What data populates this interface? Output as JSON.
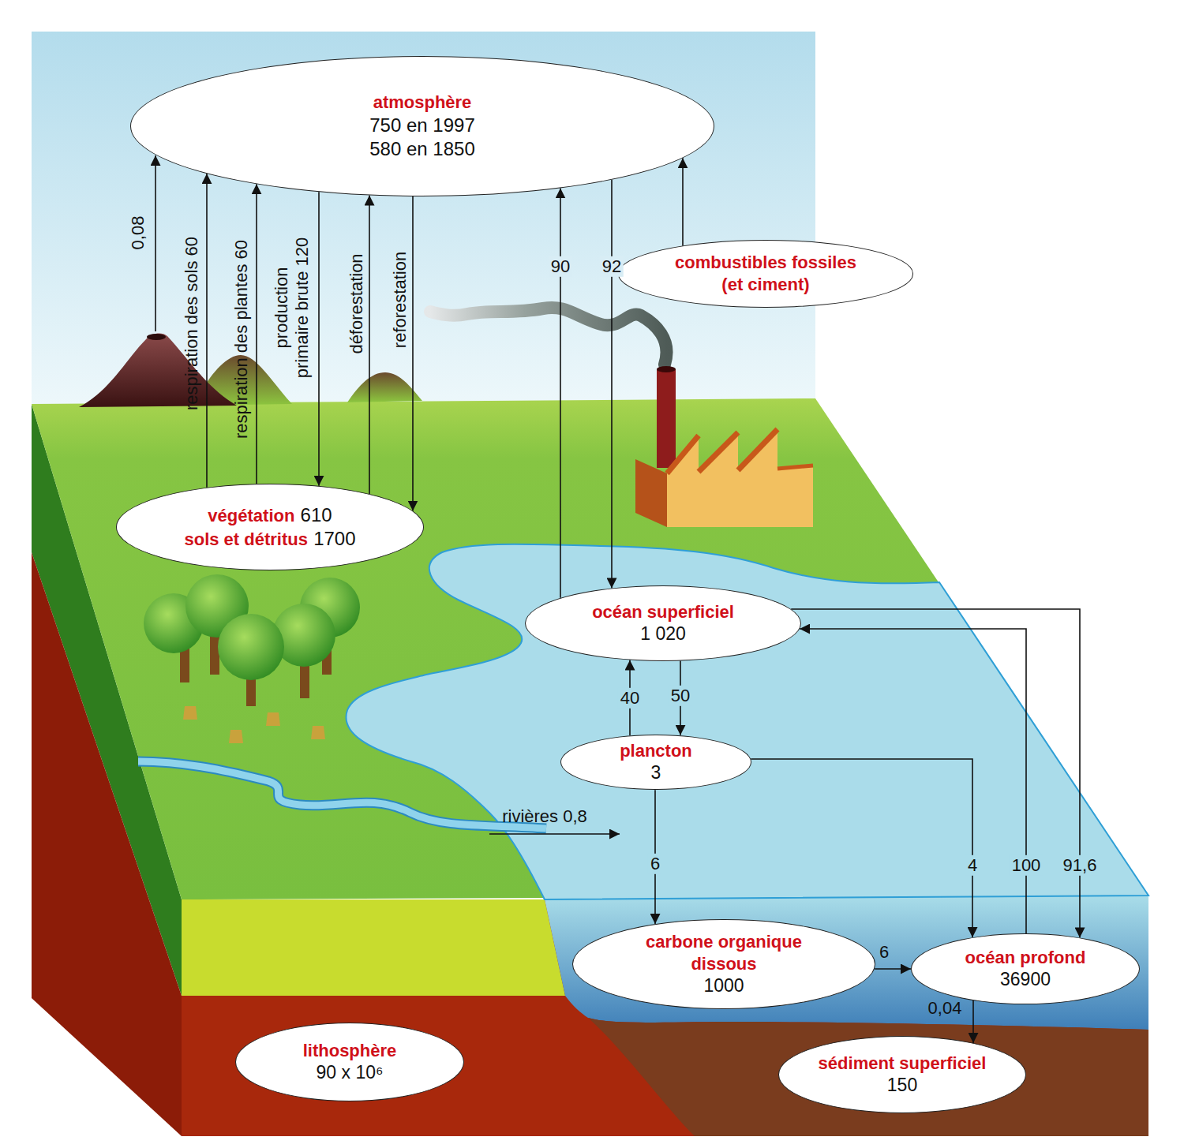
{
  "diagram": {
    "nodes": [
      {
        "text": [
          "atmosphère",
          "750 en 1997",
          "580 en 1850"
        ]
      },
      {
        "text": [
          "combustibles fossiles (et ciment)"
        ]
      },
      {
        "text": [
          "végétation",
          "610",
          "sols et détritus",
          "1700"
        ]
      },
      {
        "text": [
          "océan superficiel",
          "1 020"
        ]
      },
      {
        "text": [
          "plancton",
          "3"
        ]
      },
      {
        "text": [
          "carbone organique dissous",
          "1000"
        ]
      },
      {
        "text": [
          "océan profond",
          "36900"
        ]
      },
      {
        "text": [
          "lithosphère",
          "90 x 10⁶"
        ]
      },
      {
        "text": [
          "sédiment superficiel",
          "150"
        ]
      }
    ],
    "edges": [
      {
        "from": 2,
        "to": 0,
        "arrow": "to",
        "label": "respiration des sols 60"
      },
      {
        "from": 2,
        "to": 0,
        "arrow": "to",
        "label": "respiration des plantes 60"
      },
      {
        "from": 0,
        "to": 2,
        "arrow": "to",
        "label": "production primaire brute 120"
      },
      {
        "from": 2,
        "to": 0,
        "arrow": "to",
        "label": "déforestation"
      },
      {
        "from": 0,
        "to": 2,
        "arrow": "to",
        "label": "reforestation"
      },
      {
        "from": 3,
        "to": 0,
        "arrow": "to",
        "label": "90"
      },
      {
        "from": 0,
        "to": 3,
        "arrow": "to",
        "label": "92"
      },
      {
        "from": 1,
        "to": 0,
        "arrow": "to"
      },
      {
        "from": 4,
        "to": 3,
        "arrow": "to",
        "label": "40"
      },
      {
        "from": 3,
        "to": 4,
        "arrow": "to",
        "label": "50"
      },
      {
        "from": 4,
        "to": 5,
        "arrow": "to",
        "label": "6"
      },
      {
        "from": 4,
        "to": 6,
        "arrow": "to",
        "label": "4"
      },
      {
        "from": 6,
        "to": 3,
        "arrow": "to",
        "label": "100"
      },
      {
        "from": 3,
        "to": 6,
        "arrow": "to",
        "label": "91,6"
      },
      {
        "from": 5,
        "to": 6,
        "arrow": "to",
        "label": "6"
      },
      {
        "from": 6,
        "to": 8,
        "arrow": "to",
        "label": "0,04"
      }
    ],
    "labels": [
      "0,08",
      "rivières 0,8"
    ]
  }
}
